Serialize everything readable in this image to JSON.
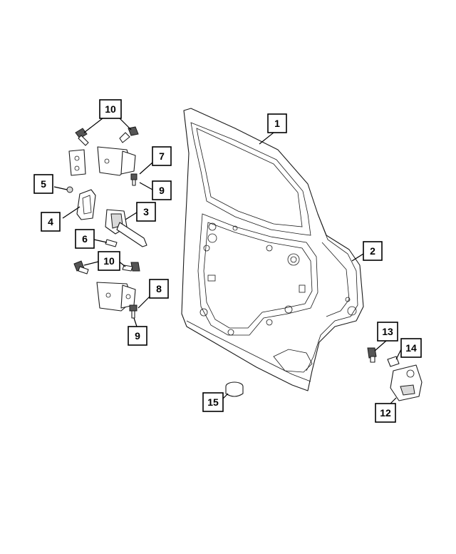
{
  "callouts": [
    {
      "id": "c1",
      "label": "1"
    },
    {
      "id": "c2",
      "label": "2"
    },
    {
      "id": "c3",
      "label": "3"
    },
    {
      "id": "c4",
      "label": "4"
    },
    {
      "id": "c5",
      "label": "5"
    },
    {
      "id": "c6",
      "label": "6"
    },
    {
      "id": "c7",
      "label": "7"
    },
    {
      "id": "c8",
      "label": "8"
    },
    {
      "id": "c9a",
      "label": "9"
    },
    {
      "id": "c9b",
      "label": "9"
    },
    {
      "id": "c10a",
      "label": "10"
    },
    {
      "id": "c10b",
      "label": "10"
    },
    {
      "id": "c12",
      "label": "12"
    },
    {
      "id": "c13",
      "label": "13"
    },
    {
      "id": "c14",
      "label": "14"
    },
    {
      "id": "c15",
      "label": "15"
    }
  ]
}
